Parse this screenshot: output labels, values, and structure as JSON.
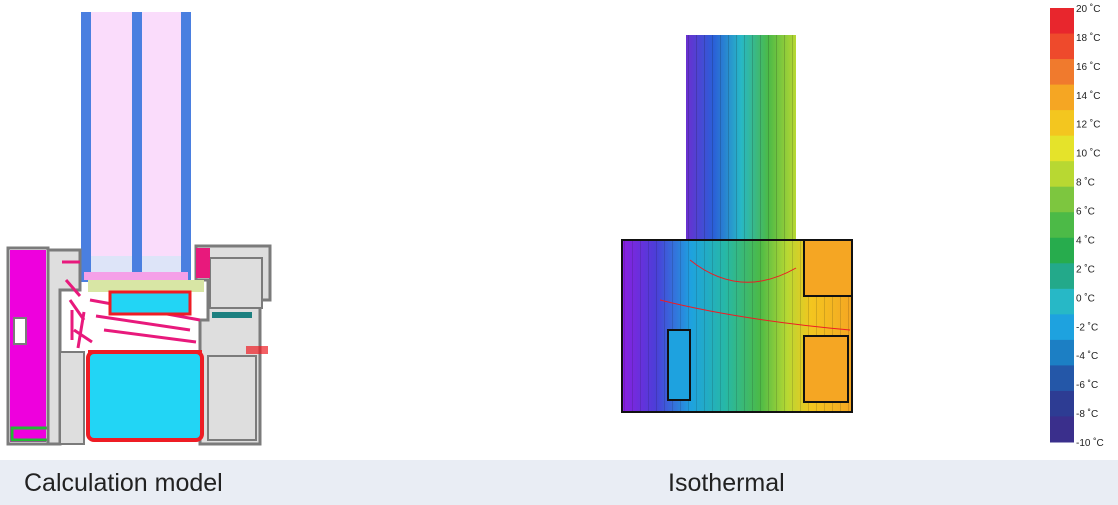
{
  "captions": {
    "model": "Calculation model",
    "isothermal": "Isothermal"
  },
  "scale": {
    "unit": "˚C",
    "labels": [
      "20 ˚C",
      "18 ˚C",
      "16 ˚C",
      "14 ˚C",
      "12 ˚C",
      "10 ˚C",
      "8 ˚C",
      "6 ˚C",
      "4 ˚C",
      "2 ˚C",
      "0 ˚C",
      "-2 ˚C",
      "-4 ˚C",
      "-6 ˚C",
      "-8 ˚C",
      "-10 ˚C"
    ],
    "colors": [
      "#e8262d",
      "#ee4a2c",
      "#f07a2d",
      "#f5a623",
      "#f3c61f",
      "#e5e32a",
      "#b8d832",
      "#7dc63f",
      "#4cba47",
      "#27ac4d",
      "#23a98a",
      "#27b8c6",
      "#1ea2df",
      "#1c7fc4",
      "#2457a8",
      "#2d3c93",
      "#3a2f8c"
    ]
  },
  "colors": {
    "frame": "#7b7b7b",
    "frame_fill": "#dedede",
    "glass": "#fadcfb",
    "spacer": "#4a7fe0",
    "cavity": "#22d5f5",
    "gasket": "#e8197c",
    "seal_red": "#ee1c24",
    "insulation": "#d8e6a5",
    "magenta": "#ee00dd"
  }
}
